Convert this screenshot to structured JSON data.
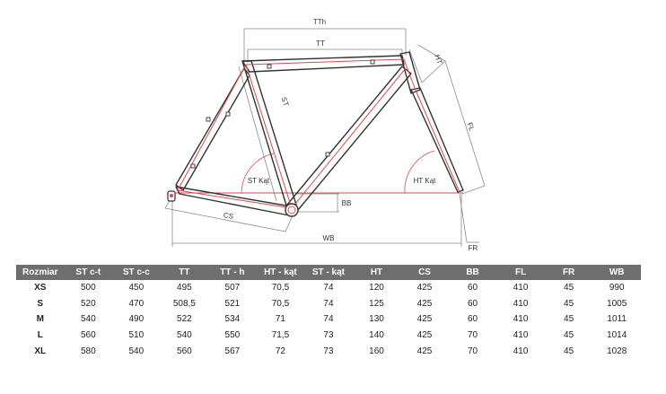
{
  "diagram": {
    "labels": {
      "tth": "TTh",
      "tt": "TT",
      "ht": "HT",
      "st": "ST",
      "fl": "FL",
      "st_angle": "ST Kąt",
      "ht_angle": "HT Kąt",
      "bb": "BB",
      "cs": "CS",
      "wb": "WB",
      "fr": "FR"
    }
  },
  "table": {
    "headers": [
      "Rozmiar",
      "ST c-t",
      "ST c-c",
      "TT",
      "TT - h",
      "HT - kąt",
      "ST - kąt",
      "HT",
      "CS",
      "BB",
      "FL",
      "FR",
      "WB"
    ],
    "rows": [
      [
        "XS",
        "500",
        "450",
        "495",
        "507",
        "70,5",
        "74",
        "120",
        "425",
        "60",
        "410",
        "45",
        "990"
      ],
      [
        "S",
        "520",
        "470",
        "508,5",
        "521",
        "70,5",
        "74",
        "125",
        "425",
        "60",
        "410",
        "45",
        "1005"
      ],
      [
        "M",
        "540",
        "490",
        "522",
        "534",
        "71",
        "74",
        "130",
        "425",
        "60",
        "410",
        "45",
        "1011"
      ],
      [
        "L",
        "560",
        "510",
        "540",
        "550",
        "71,5",
        "73",
        "140",
        "425",
        "70",
        "410",
        "45",
        "1014"
      ],
      [
        "XL",
        "580",
        "540",
        "560",
        "567",
        "72",
        "73",
        "160",
        "425",
        "70",
        "410",
        "45",
        "1028"
      ]
    ]
  }
}
